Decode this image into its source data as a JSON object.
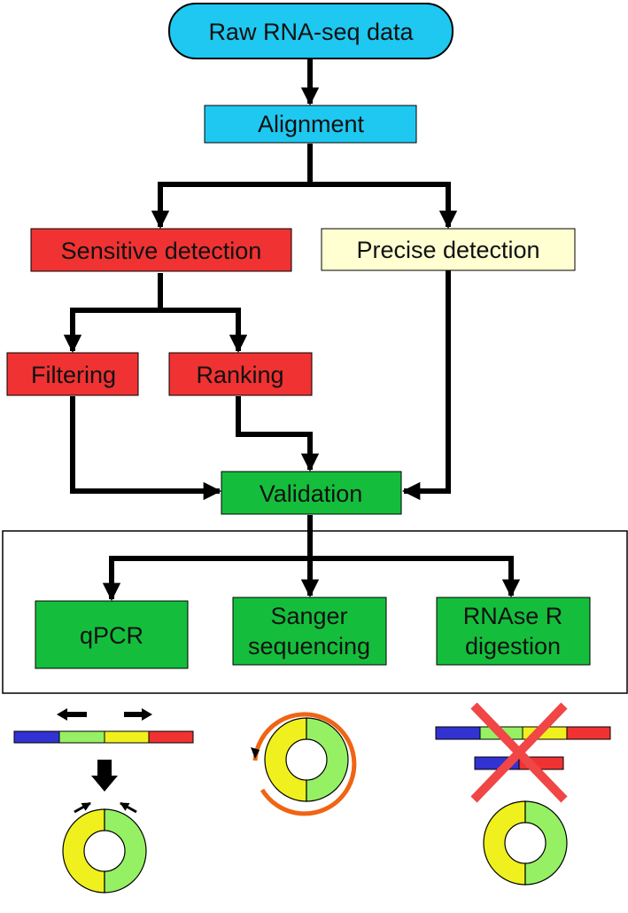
{
  "colors": {
    "start": "#1ec8f0",
    "alignment": "#1ec8f0",
    "sensitive": "#f03232",
    "precise": "#ffffd2",
    "green": "#14be3c",
    "seg_blue": "#3232d2",
    "seg_green": "#96f064",
    "seg_yellow": "#f0f01e",
    "seg_red": "#f03232",
    "orange_arc": "#f06414",
    "cross": "#f04646"
  },
  "nodes": {
    "raw": "Raw RNA-seq data",
    "alignment": "Alignment",
    "sensitive": "Sensitive detection",
    "precise": "Precise detection",
    "filtering": "Filtering",
    "ranking": "Ranking",
    "validation": "Validation",
    "qpcr": "qPCR",
    "sanger_line1": "Sanger",
    "sanger_line2": "sequencing",
    "rnase_line1": "RNAse R",
    "rnase_line2": "digestion"
  },
  "icons": {
    "qpcr": "linear-transcript-with-primers-to-circle-icon",
    "sanger": "circular-rna-sequencing-arc-icon",
    "rnase": "crossed-out-linear-rna-with-surviving-circle-icon"
  }
}
